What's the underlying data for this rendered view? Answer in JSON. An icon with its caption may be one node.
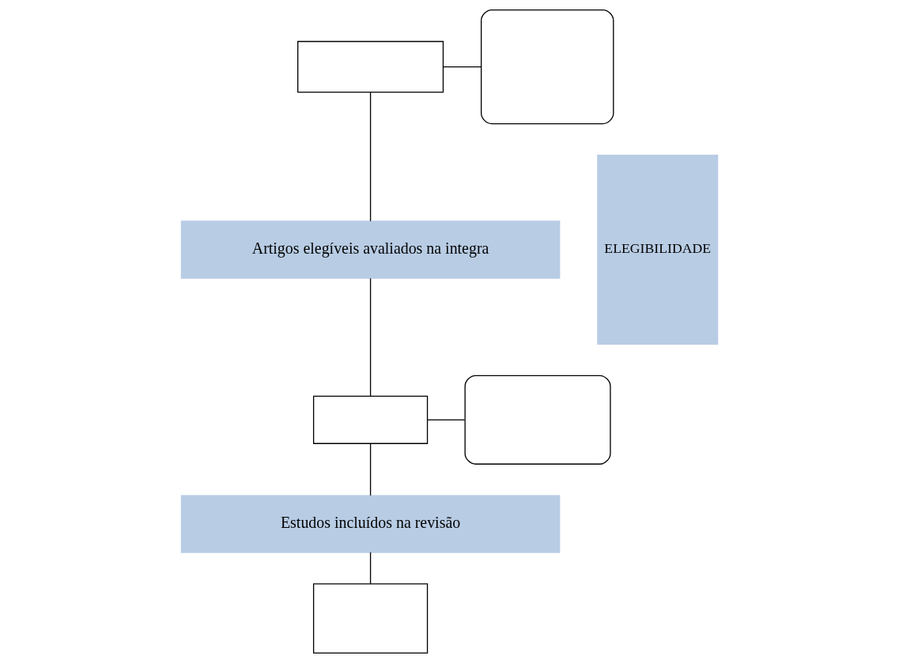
{
  "diagram": {
    "nodes": [
      {
        "text": [],
        "shape": "box"
      },
      {
        "text": [],
        "shape": "box"
      },
      {
        "text": [
          "ELEGIBILIDADE"
        ]
      },
      {
        "text": [
          "Artigos elegíveis avaliados na integra"
        ]
      },
      {
        "text": [],
        "shape": "box"
      },
      {
        "text": [],
        "shape": "box"
      },
      {
        "text": [
          "Estudos incluídos na revisão"
        ]
      },
      {
        "text": [],
        "shape": "box"
      }
    ],
    "edges": [
      {
        "from": 0,
        "to": 1,
        "arrow": "none"
      },
      {
        "from": 0,
        "to": 3,
        "arrow": "none"
      },
      {
        "from": 3,
        "to": 4,
        "arrow": "none"
      },
      {
        "from": 4,
        "to": 5,
        "arrow": "none"
      },
      {
        "from": 4,
        "to": 6,
        "arrow": "none"
      },
      {
        "from": 6,
        "to": 7,
        "arrow": "none"
      }
    ]
  }
}
